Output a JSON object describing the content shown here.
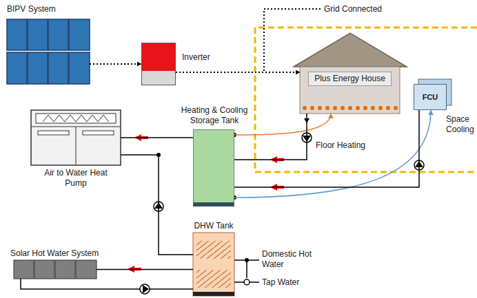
{
  "diagram": {
    "nodes": [
      {
        "text": [
          "BIPV System"
        ]
      },
      {
        "text": [
          "Inverter"
        ]
      },
      {
        "text": [
          "Plus Energy House"
        ]
      },
      {
        "text": [
          "FCU"
        ]
      },
      {
        "text": [
          "Air to Water Heat Pump"
        ]
      },
      {
        "text": [
          "Heating & Cooling Storage Tank"
        ]
      },
      {
        "text": [
          "DHW Tank"
        ]
      },
      {
        "text": [
          "Solar Hot Water System"
        ]
      }
    ],
    "edges": [
      {
        "from": 0,
        "to": 1,
        "arrow": "to"
      },
      {
        "from": 1,
        "to": 2,
        "arrow": "to"
      },
      {
        "from": 5,
        "to": 2,
        "arrow": "to"
      },
      {
        "from": 5,
        "to": 3,
        "arrow": "to"
      },
      {
        "from": 4,
        "to": 5,
        "arrow": "none"
      },
      {
        "from": 4,
        "to": 6,
        "arrow": "none"
      },
      {
        "from": 7,
        "to": 6,
        "arrow": "none"
      },
      {
        "from": 2,
        "to": 5,
        "arrow": "none"
      },
      {
        "from": 3,
        "to": 5,
        "arrow": "none"
      }
    ],
    "labels": [
      "Grid Connected",
      "Floor Heating",
      "Space Cooling",
      "Domestic Hot Water",
      "Tap Water"
    ]
  }
}
